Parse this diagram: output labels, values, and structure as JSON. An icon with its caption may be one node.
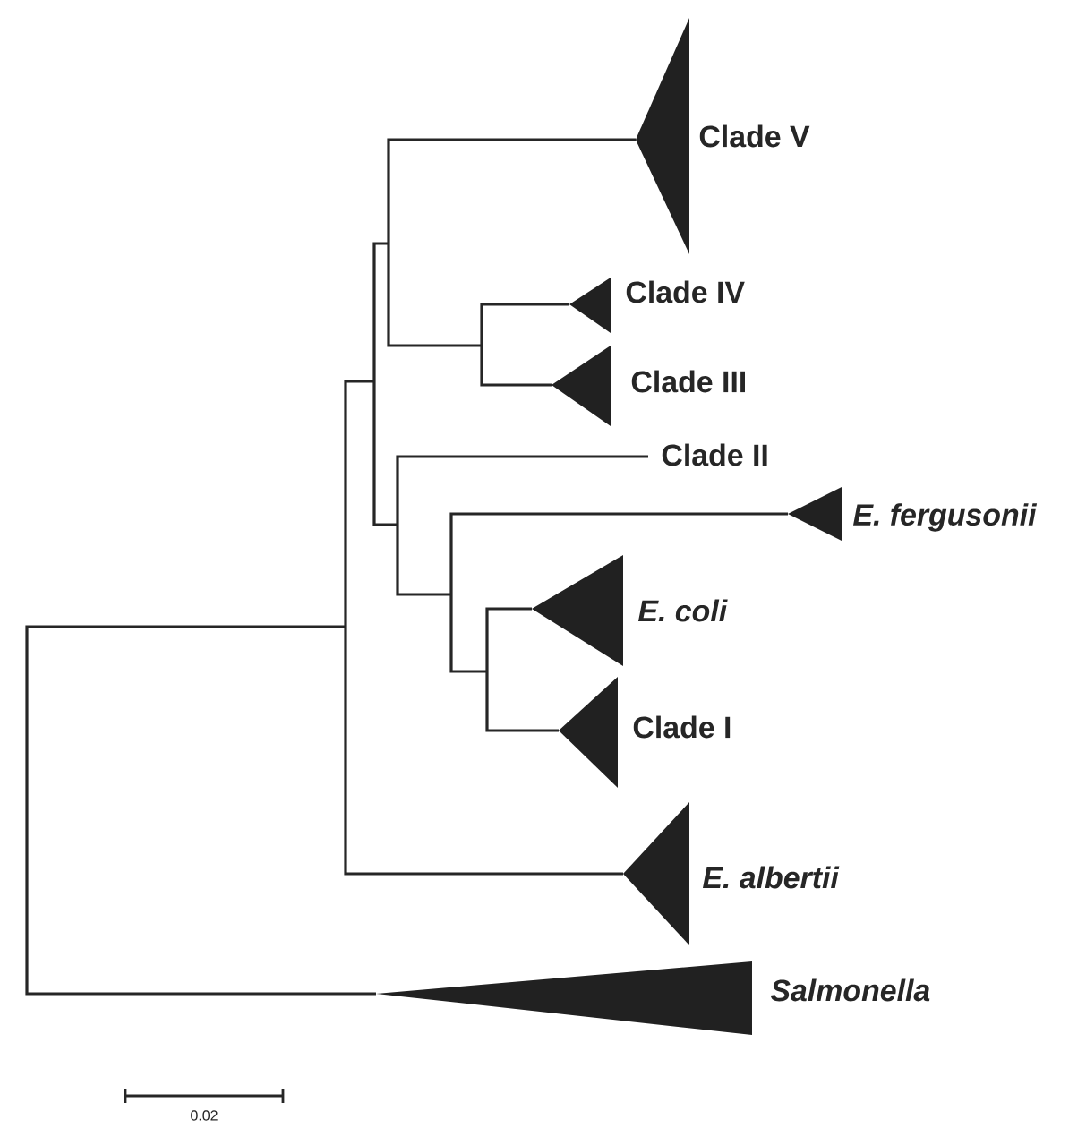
{
  "diagram": {
    "labels": [
      "Clade V",
      "Clade IV",
      "Clade III",
      "Clade II",
      "E. fergusonii",
      "E. coli",
      "Clade I",
      "E. albertii",
      "Salmonella",
      "0.02"
    ]
  }
}
